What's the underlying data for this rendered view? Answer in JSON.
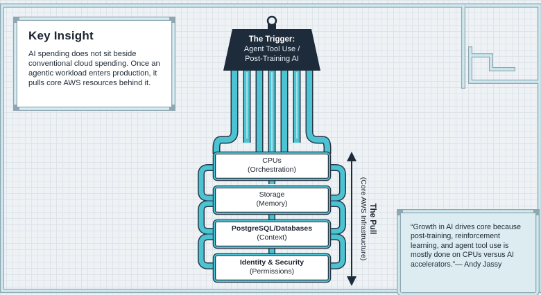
{
  "key_insight": {
    "title": "Key Insight",
    "body": "AI spending does not sit beside conventional cloud spending. Once an agentic workload enters production, it pulls core AWS resources behind it."
  },
  "trigger": {
    "title": "The Trigger:",
    "line1": "Agent Tool Use /",
    "line2": "Post-Training AI"
  },
  "stages": [
    {
      "name": "CPUs",
      "detail": "(Orchestration)",
      "strong": false
    },
    {
      "name": "Storage",
      "detail": "(Memory)",
      "strong": false
    },
    {
      "name": "PostgreSQL/Databases",
      "detail": "(Context)",
      "strong": true
    },
    {
      "name": "Identity & Security",
      "detail": "(Permissions)",
      "strong": true
    }
  ],
  "pull": {
    "title": "The Pull",
    "subtitle": "(Core AWS Infrastructure)"
  },
  "quote": {
    "text": "“Growth in AI drives core because post-training, reinforcement learning, and agent tool use is mostly done on CPUs versus AI accelerators.”— Andy Jassy"
  },
  "colors": {
    "pipe_fill": "#4bc3d3",
    "pipe_outline": "#273746",
    "trigger_fill": "#1d2b3a",
    "frame_pipe": "#b7dbe3",
    "quote_bg": "#dcecf1"
  }
}
